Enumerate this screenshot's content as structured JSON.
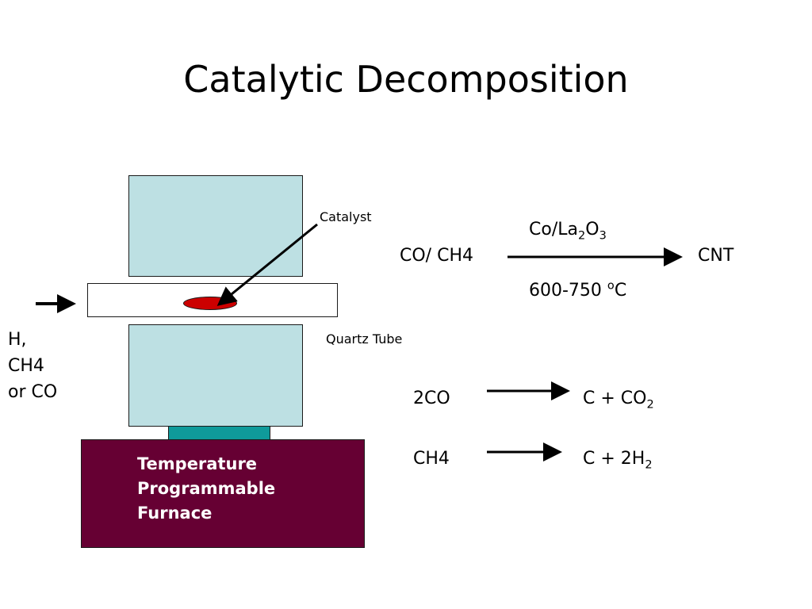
{
  "title": "Catalytic Decomposition",
  "apparatus": {
    "catalyst_label": "Catalyst",
    "quartz_tube_label": "Quartz Tube",
    "gas_inlet_lines": [
      "H,",
      "CH4",
      "or CO"
    ],
    "furnace_lines": [
      "Temperature",
      "Programmable",
      "Furnace"
    ]
  },
  "main_reaction": {
    "reactant": "CO/ CH4",
    "product": "CNT",
    "catalyst_parts": [
      "Co/La",
      "2",
      "O",
      "3"
    ],
    "temperature_parts": [
      "600-750 ",
      "o",
      "C"
    ]
  },
  "reactions": [
    {
      "reactant": "2CO",
      "product_parts": [
        "C + CO",
        "2"
      ]
    },
    {
      "reactant": "CH4",
      "product_parts": [
        "C + 2H",
        "2"
      ]
    }
  ],
  "colors": {
    "block_fill": "#bde0e3",
    "tube_fill": "#ffffff",
    "catalyst_fill": "#cc0000",
    "connector_fill": "#0f9a9a",
    "furnace_fill": "#660033",
    "furnace_text": "#ffffff",
    "line": "#000000"
  },
  "icons": {
    "inlet_arrow": "arrow-right-icon",
    "catalyst_pointer": "arrow-pointer-icon",
    "reaction_arrow": "arrow-right-icon"
  }
}
